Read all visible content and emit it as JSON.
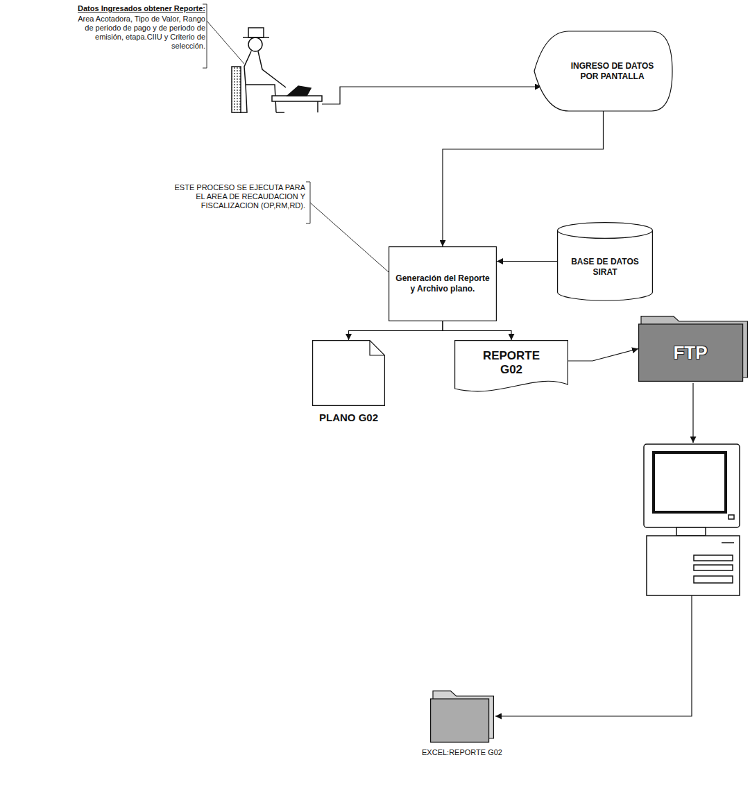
{
  "diagram": {
    "nodes": [
      {
        "text": [
          "INGRESO DE DATOS POR PANTALLA"
        ]
      },
      {
        "text": [
          "Generación del Reporte y Archivo plano."
        ]
      },
      {
        "text": [
          "BASE DE DATOS SIRAT"
        ]
      },
      {
        "text": [
          "PLANO G02"
        ]
      },
      {
        "text": [
          "REPORTE G02"
        ]
      },
      {
        "text": [
          "FTP"
        ]
      },
      {
        "text": [
          "EXCEL:REPORTE G02"
        ]
      }
    ],
    "edges": [
      {
        "from": 0,
        "to": 1,
        "arrow": "to"
      },
      {
        "from": 2,
        "to": 1,
        "arrow": "to"
      },
      {
        "from": 1,
        "to": 3,
        "arrow": "to"
      },
      {
        "from": 1,
        "to": 4,
        "arrow": "to"
      },
      {
        "from": 4,
        "to": 5,
        "arrow": "to"
      }
    ],
    "labels": [
      "Datos Ingresados obtener Reporte:",
      "Area Acotadora, Tipo de Valor, Rango de periodo de pago y de periodo de emisión, etapa.CIIU y Criterio de selección.",
      "ESTE PROCESO SE EJECUTA PARA EL AREA DE RECAUDACION Y FISCALIZACION (OP,RM,RD)."
    ]
  }
}
